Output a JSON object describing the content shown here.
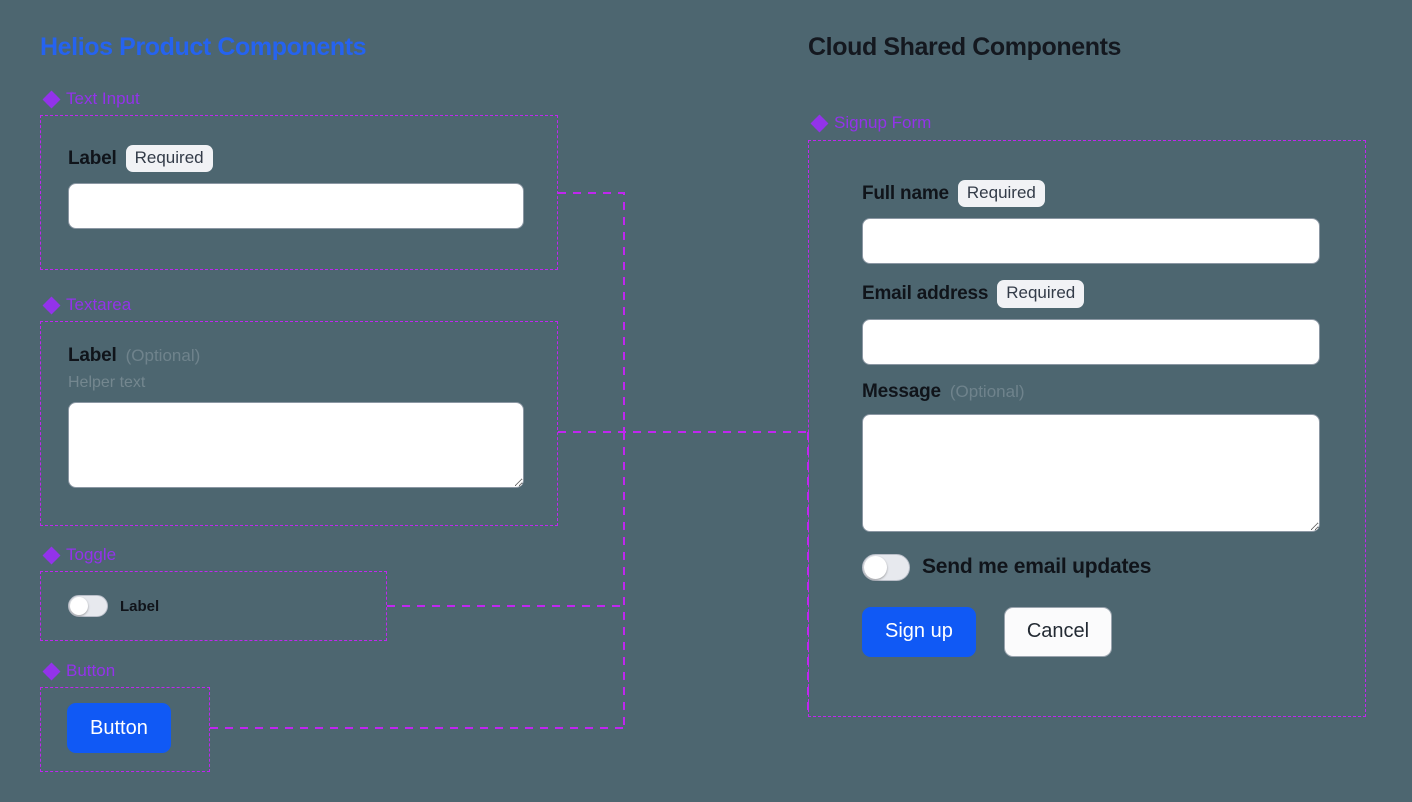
{
  "canvas": {
    "background_color": "#4d6670",
    "connector_color": "#c026f0",
    "annotation_color": "#9333ea",
    "accent_blue": "#1059f5"
  },
  "columns": {
    "left": {
      "title": "Helios Product Components",
      "title_color": "#2563f0"
    },
    "right": {
      "title": "Cloud Shared Components",
      "title_color": "#14181f"
    }
  },
  "left_components": [
    {
      "annotation": "Text Input",
      "icon": "components-diamond-icon",
      "label": "Label",
      "badge": "Required",
      "input_value": "",
      "input_placeholder": ""
    },
    {
      "annotation": "Textarea",
      "icon": "components-diamond-icon",
      "label": "Label",
      "optional_tag": "(Optional)",
      "helper_text": "Helper text",
      "textarea_value": "",
      "textarea_placeholder": ""
    },
    {
      "annotation": "Toggle",
      "icon": "components-diamond-icon",
      "toggle_label": "Label",
      "toggle_state": "off"
    },
    {
      "annotation": "Button",
      "icon": "components-diamond-icon",
      "button_label": "Button"
    }
  ],
  "signup_form": {
    "annotation": "Signup Form",
    "icon": "components-diamond-icon",
    "fields": [
      {
        "label": "Full name",
        "badge": "Required",
        "value": "",
        "placeholder": ""
      },
      {
        "label": "Email address",
        "badge": "Required",
        "value": "",
        "placeholder": ""
      },
      {
        "label": "Message",
        "optional_tag": "(Optional)",
        "value": "",
        "placeholder": ""
      }
    ],
    "toggle": {
      "label": "Send me email updates",
      "state": "off"
    },
    "actions": {
      "primary": "Sign up",
      "secondary": "Cancel"
    }
  }
}
